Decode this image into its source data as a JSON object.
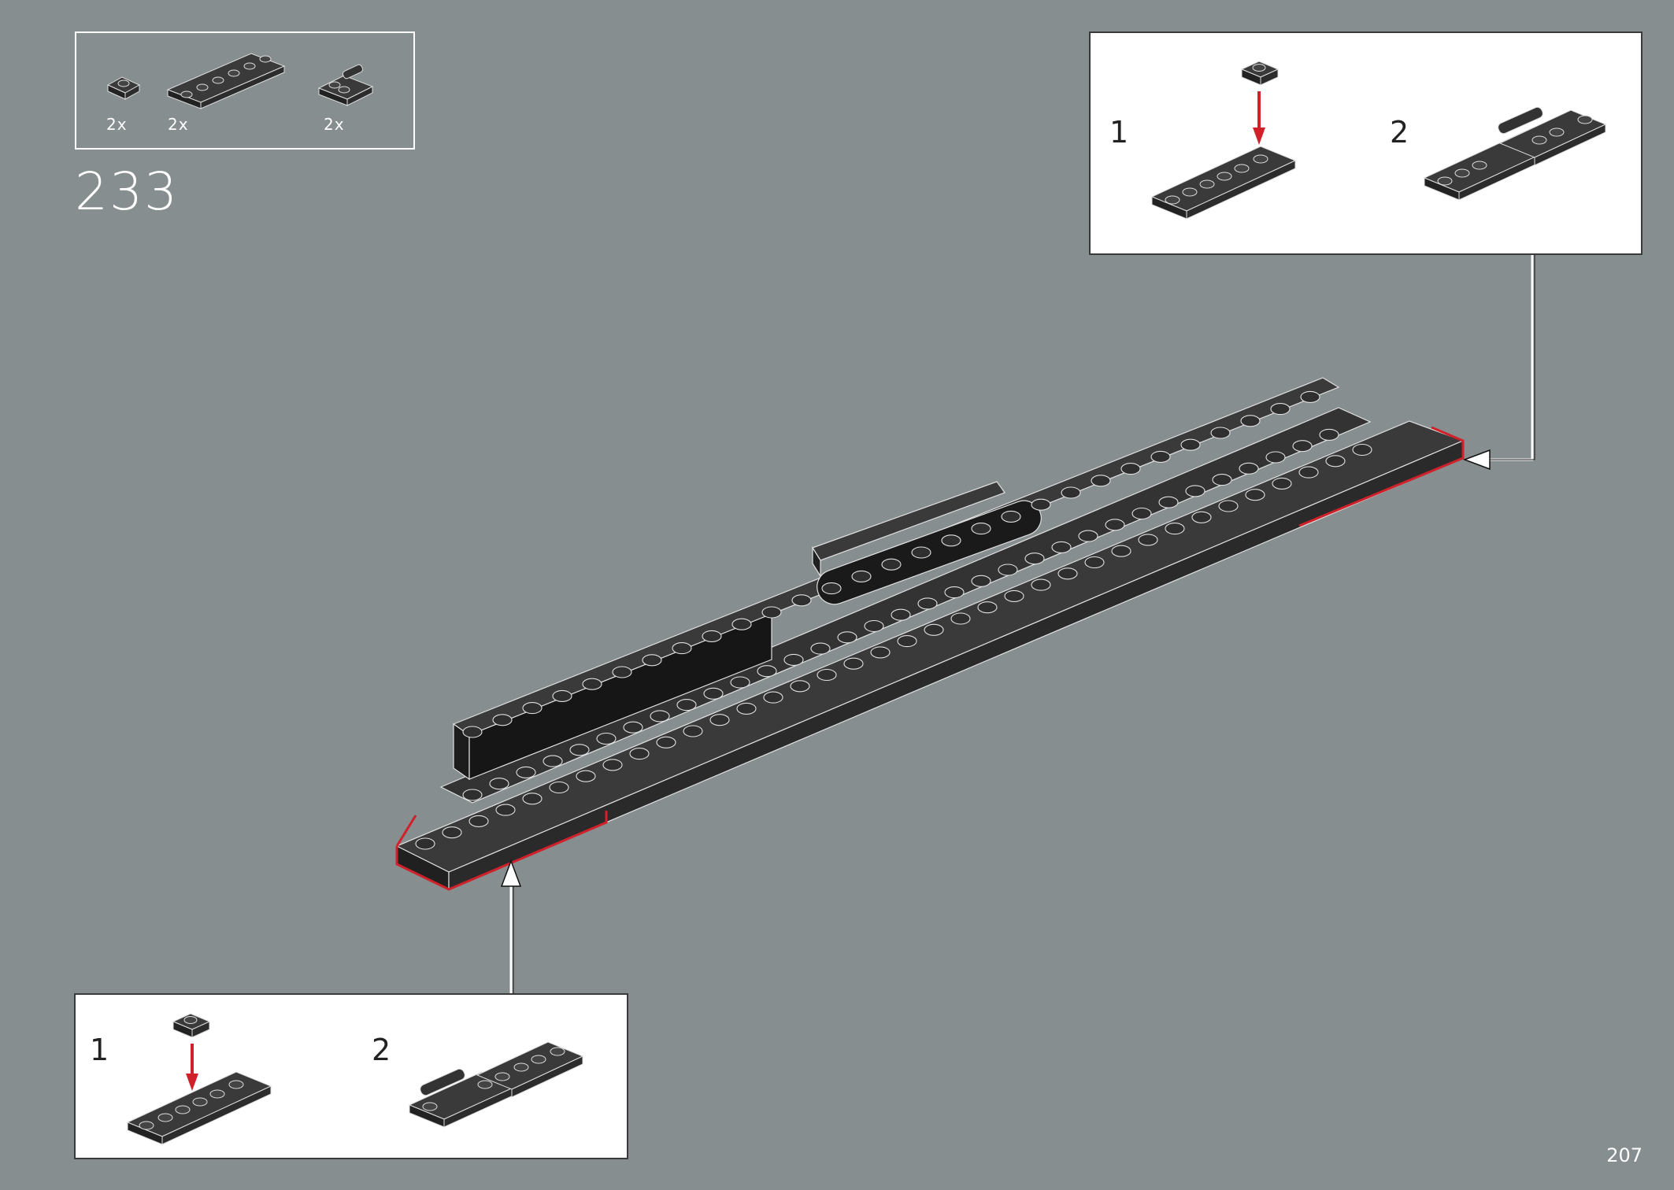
{
  "step": {
    "number": "233",
    "page_number": "207"
  },
  "parts_list": {
    "items": [
      {
        "part": "plate-1x1",
        "quantity": "2x"
      },
      {
        "part": "plate-1x6",
        "quantity": "2x"
      },
      {
        "part": "plate-1x2-with-clip",
        "quantity": "2x"
      }
    ]
  },
  "callout_top": {
    "substep_1": "1",
    "substep_2": "2"
  },
  "callout_bottom": {
    "substep_1": "1",
    "substep_2": "2"
  },
  "colors": {
    "background": "#878e8f",
    "brick": "#2b2b2b",
    "highlight": "#d0202a",
    "arrow": "#ffffff"
  }
}
